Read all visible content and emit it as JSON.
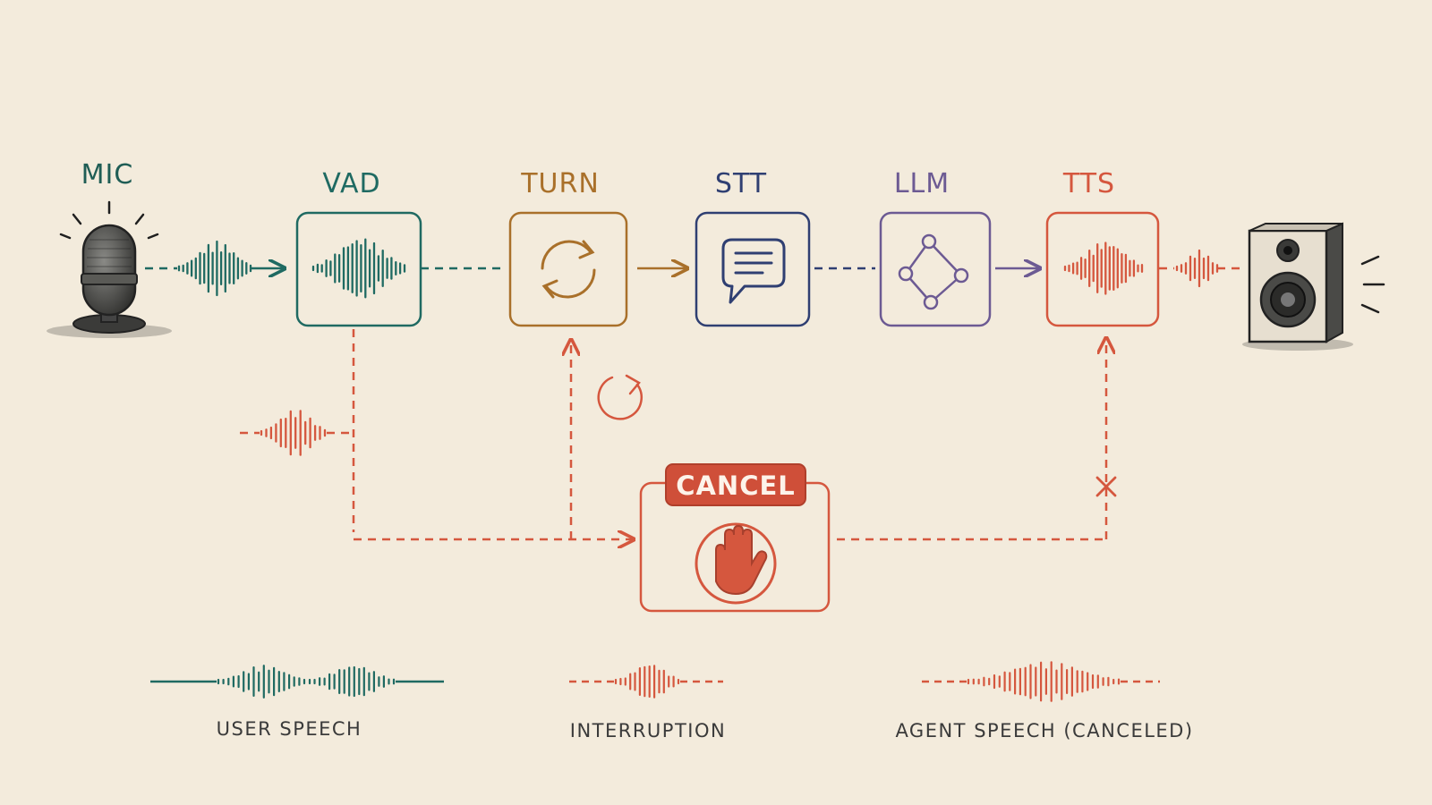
{
  "colors": {
    "background": "#f3ebdc",
    "mic": "#1f5d55",
    "vad": "#1f6a62",
    "turn": "#a9702a",
    "stt": "#2f3f72",
    "llm": "#6c5a93",
    "tts": "#d5573e",
    "interrupt": "#d5573e",
    "ink": "#3a3a3a"
  },
  "components": {
    "mic": {
      "label": "MIC",
      "icon": "microphone-icon"
    },
    "vad": {
      "label": "VAD",
      "icon": "waveform-icon"
    },
    "turn": {
      "label": "TURN",
      "icon": "refresh-cycle-icon"
    },
    "stt": {
      "label": "STT",
      "icon": "speech-bubble-icon"
    },
    "llm": {
      "label": "LLM",
      "icon": "network-graph-icon"
    },
    "tts": {
      "label": "TTS",
      "icon": "waveform-icon"
    },
    "speaker": {
      "icon": "speaker-icon"
    }
  },
  "cancel": {
    "label": "CANCEL",
    "icon": "stop-hand-icon"
  },
  "legend": {
    "user_speech": "USER SPEECH",
    "interruption": "INTERRUPTION",
    "agent_speech": "AGENT SPEECH (CANCELED)"
  }
}
